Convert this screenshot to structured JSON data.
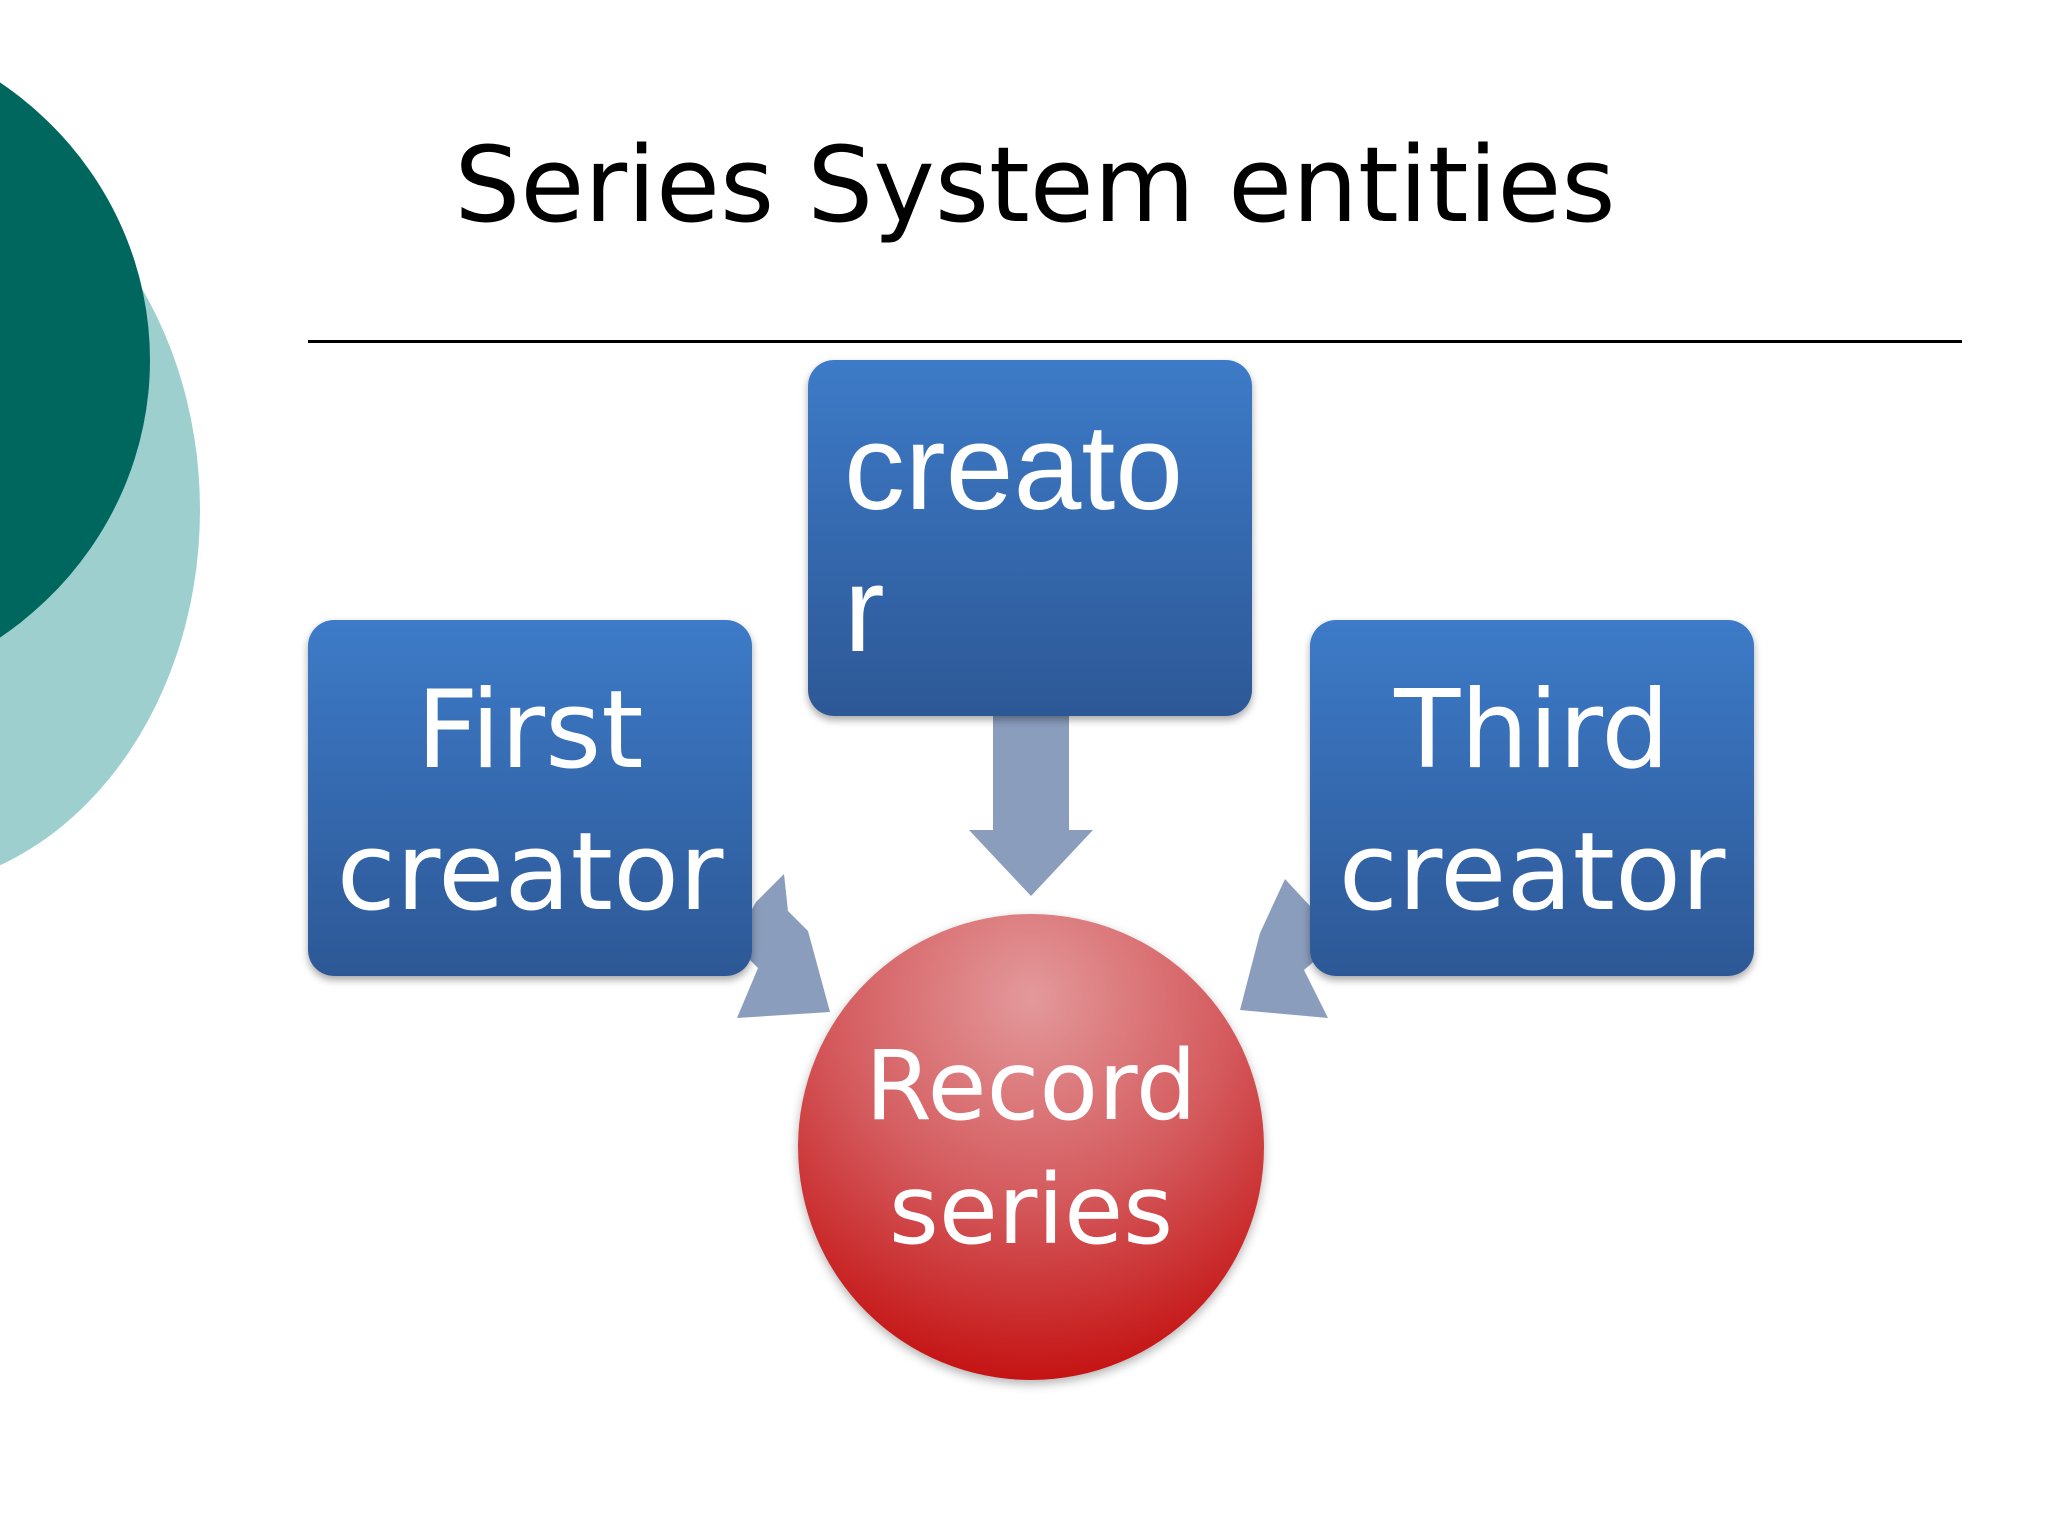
{
  "slide": {
    "title": "Series System entities"
  },
  "diagram": {
    "boxes": [
      {
        "label": "First\ncreator"
      },
      {
        "label": "creato\nr"
      },
      {
        "label": "Third\ncreator"
      }
    ],
    "target": {
      "label": "Record\nseries"
    }
  },
  "colors": {
    "box_blue": "#3467ac",
    "arrow_gray": "#8a9dbd",
    "circle_red": "#c51414",
    "decor_dark_teal": "#00675f",
    "decor_light_teal": "#9ecfcf"
  }
}
